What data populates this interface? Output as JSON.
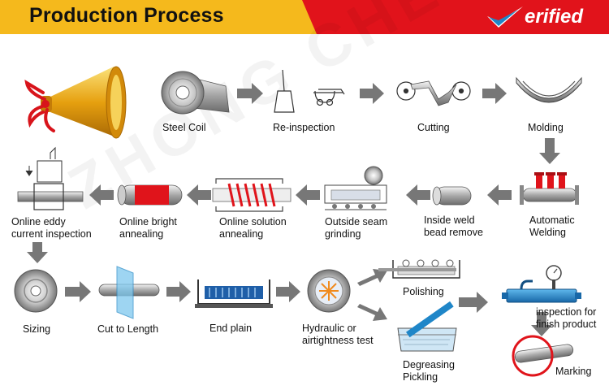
{
  "header": {
    "title": "Production Process",
    "badge_text": "erified"
  },
  "watermark": "ZHONG CHENG",
  "steps": [
    {
      "label": "Steel Coil"
    },
    {
      "label": "Re-inspection"
    },
    {
      "label": "Cutting"
    },
    {
      "label": "Molding"
    },
    {
      "label": "Automatic",
      "label2": "Welding"
    },
    {
      "label": "Inside weld",
      "label2": "bead remove"
    },
    {
      "label": "Outside seam",
      "label2": "grinding"
    },
    {
      "label": "Online solution",
      "label2": "annealing"
    },
    {
      "label": "Online bright",
      "label2": "annealing"
    },
    {
      "label": "Online eddy",
      "label2": "current inspection"
    },
    {
      "label": "Sizing"
    },
    {
      "label": "Cut to Length"
    },
    {
      "label": "End plain"
    },
    {
      "label": "Hydraulic or",
      "label2": "airtightness test"
    },
    {
      "label": "Polishing"
    },
    {
      "label": "Degreasing",
      "label2": "Pickling"
    },
    {
      "label": "inspection for",
      "label2": "finish product"
    },
    {
      "label": "Marking"
    }
  ],
  "colors": {
    "header_red": "#e1131b",
    "title_tab": "#f5b91c",
    "arrow": "#777777",
    "accent_red": "#e0141b",
    "accent_blue": "#1f86c8"
  }
}
